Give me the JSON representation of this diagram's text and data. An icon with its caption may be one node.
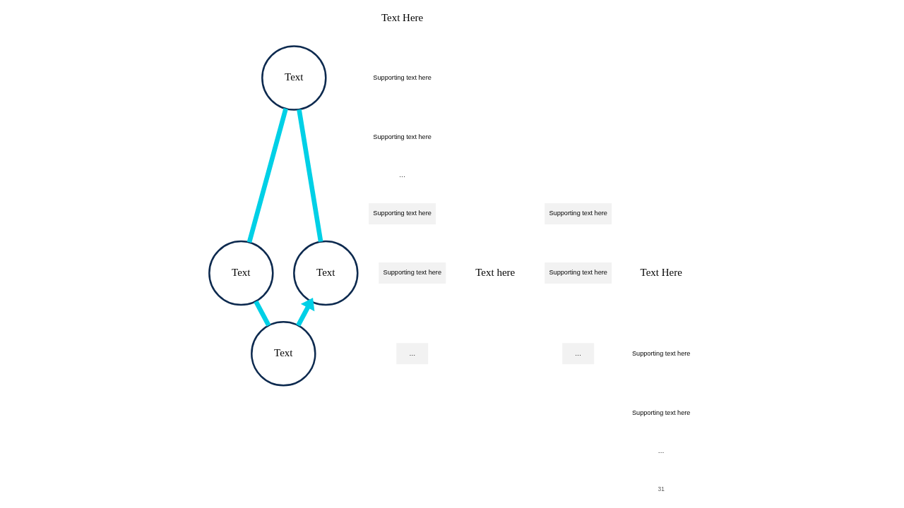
{
  "diagram": {
    "nodes": [
      {
        "text": [
          "Text"
        ]
      },
      {
        "text": [
          "Text"
        ]
      },
      {
        "text": [
          "Text"
        ]
      },
      {
        "text": [
          "Text"
        ]
      }
    ],
    "edges": [
      {
        "from": 1,
        "to": 0,
        "arrow": "none"
      },
      {
        "from": 0,
        "to": 2,
        "arrow": "none"
      },
      {
        "from": 2,
        "to": 3,
        "arrow": "none"
      },
      {
        "from": 3,
        "to": 1,
        "arrow": "to"
      }
    ],
    "labels": [
      "Text Here",
      "Supporting text here",
      "Supporting text here",
      "…",
      "Supporting text here",
      "Supporting text here",
      "…",
      "Text here",
      "Supporting text here",
      "Supporting text here",
      "…",
      "Text Here",
      "Supporting text here",
      "Supporting text here",
      "…",
      "31"
    ]
  }
}
